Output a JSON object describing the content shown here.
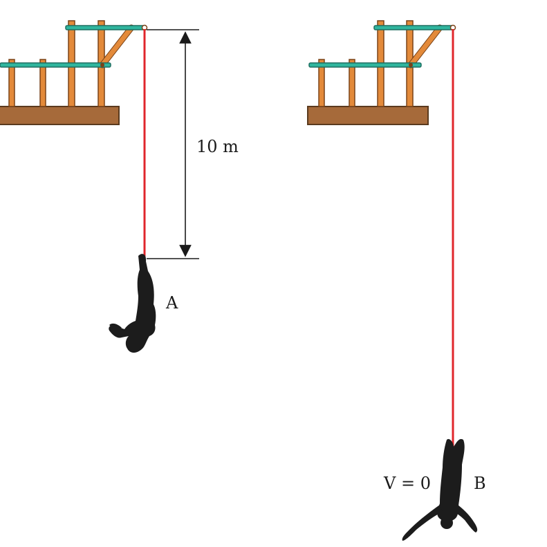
{
  "diagram": {
    "left_scene": {
      "dimension_label": "10 m",
      "jumper_label": "A"
    },
    "right_scene": {
      "velocity_label": "V = 0",
      "jumper_label": "B"
    }
  },
  "colors": {
    "cord": "#e0262b",
    "rail": "#2fb59e",
    "post": "#e38a3a",
    "deck": "#a66a3a"
  }
}
